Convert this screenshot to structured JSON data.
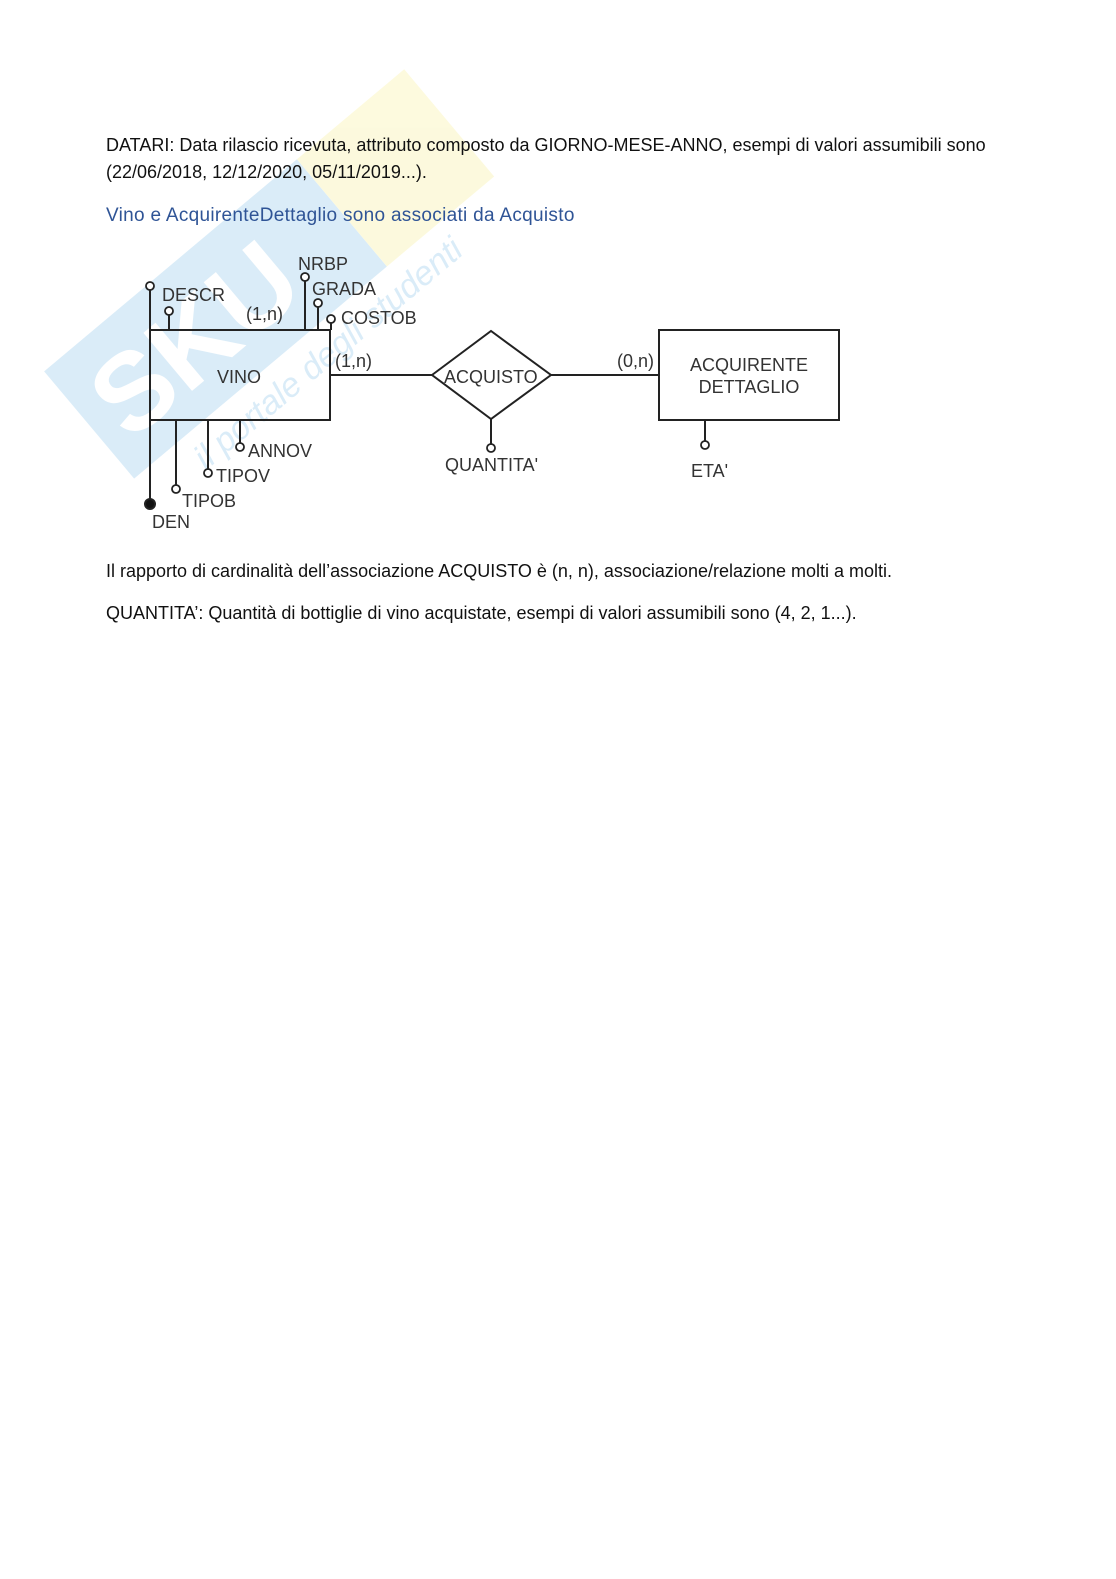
{
  "watermark": {
    "text": "Skuola.net",
    "subtext": "il portale degli studenti"
  },
  "paragraphs": {
    "datari": "DATARI: Data rilascio ricevuta, attributo composto da GIORNO-MESE-ANNO, esempi di valori assumibili sono (22/06/2018, 12/12/2020, 05/11/2019...).",
    "heading": "Vino e AcquirenteDettaglio sono associati da Acquisto",
    "cardinality": "Il rapporto di cardinalità dell’associazione ACQUISTO è (n, n), associazione/relazione molti a molti.",
    "quantita": "QUANTITA’: Quantità di bottiglie di vino acquistate, esempi di valori assumibili sono (4, 2, 1...)."
  },
  "diagram": {
    "entity_vino": "VINO",
    "relationship": "ACQUISTO",
    "entity_acquirente_1": "ACQUIRENTE",
    "entity_acquirente_2": "DETTAGLIO",
    "card_vino_top": "(1,n)",
    "card_vino_rel": "(1,n)",
    "card_acquirente": "(0,n)",
    "attr_descr": "DESCR",
    "attr_nrbp": "NRBP",
    "attr_grada": "GRADA",
    "attr_costob": "COSTOB",
    "attr_annov": "ANNOV",
    "attr_tipov": "TIPOV",
    "attr_tipob": "TIPOB",
    "attr_den": "DEN",
    "attr_quantita": "QUANTITA'",
    "attr_eta": "ETA'"
  }
}
